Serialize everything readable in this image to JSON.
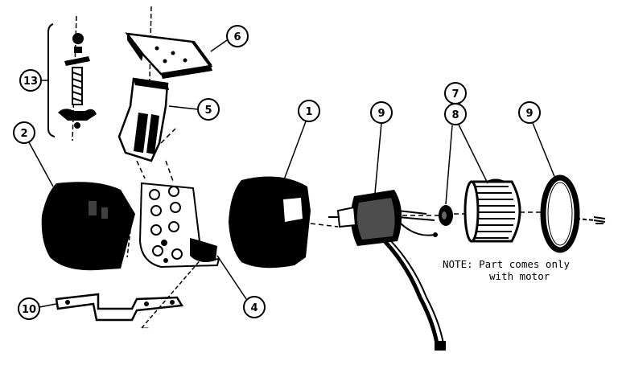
{
  "diagram": {
    "callouts": {
      "c1": "1",
      "c2": "2",
      "c4": "4",
      "c5": "5",
      "c6": "6",
      "c7": "7",
      "c8": "8",
      "c9a": "9",
      "c9b": "9",
      "c10": "10",
      "c13": "13"
    },
    "note": {
      "line1": "NOTE: Part comes only",
      "line2": "with motor"
    }
  }
}
